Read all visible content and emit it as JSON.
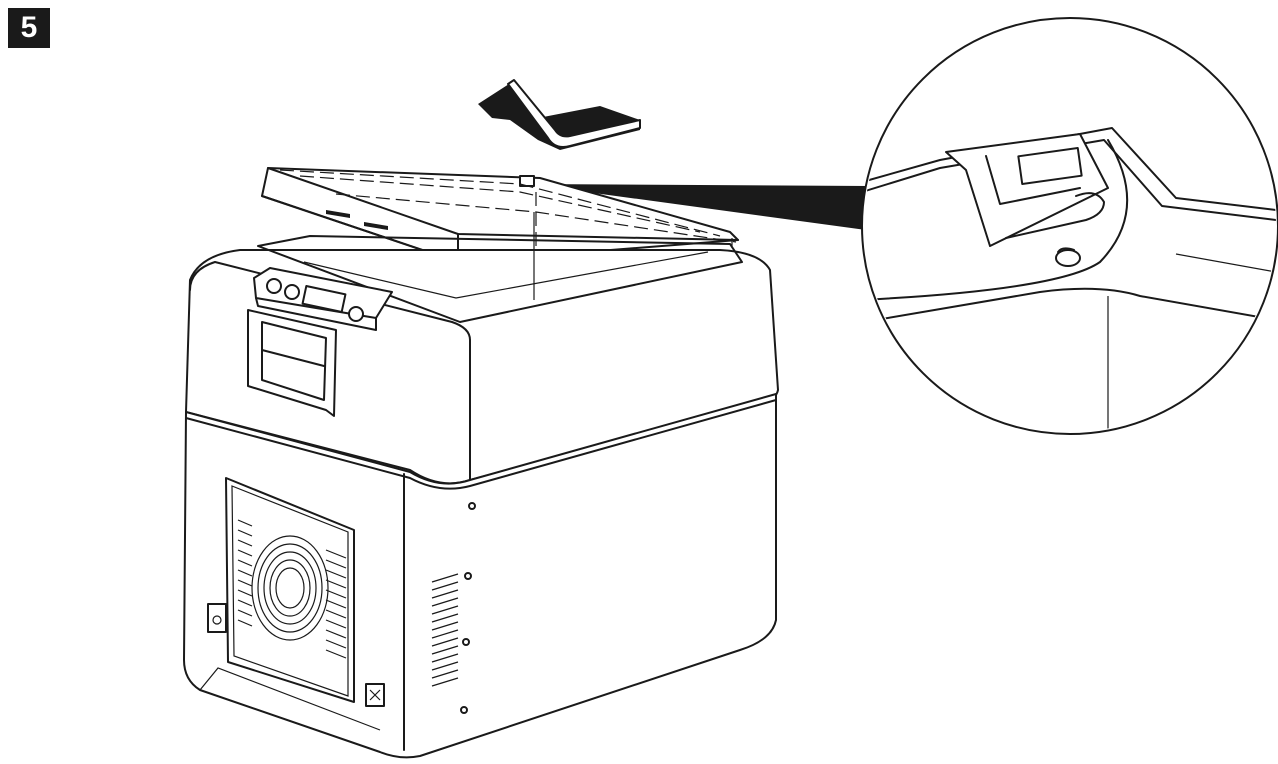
{
  "figure": {
    "step_number": "5",
    "colors": {
      "ink": "#1a1a1a",
      "paper": "#ffffff"
    },
    "parts": [
      "step-badge",
      "direction-arrow-icon",
      "lid",
      "cooler-body",
      "control-panel",
      "carry-handle",
      "fan-grille",
      "side-vent",
      "power-socket-icon",
      "hinge-detail-callout"
    ]
  }
}
